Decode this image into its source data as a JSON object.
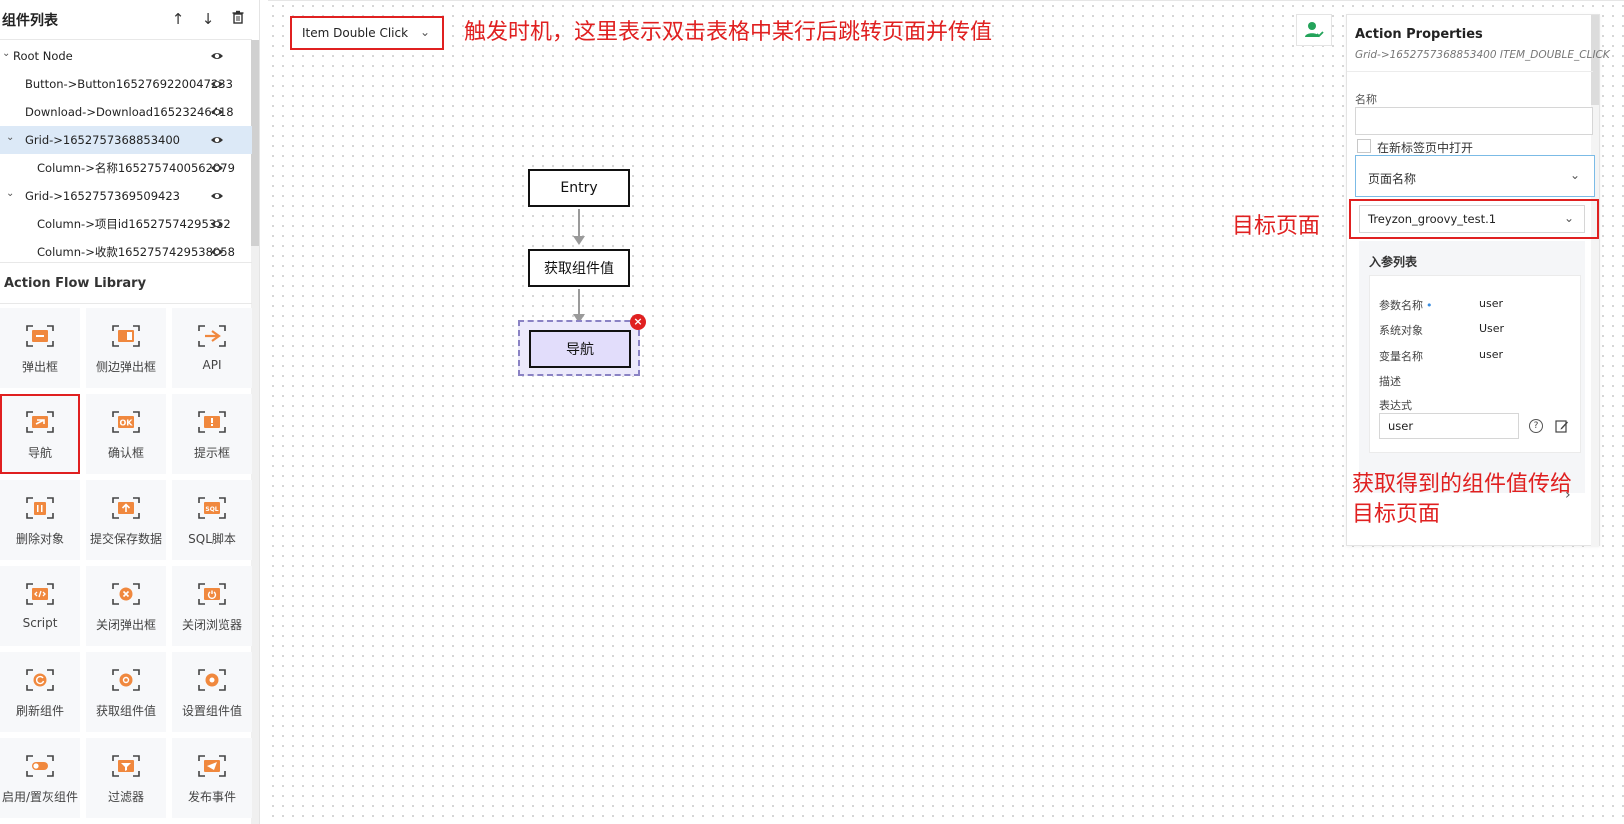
{
  "tree": {
    "title": "组件列表",
    "tools": [
      "↑",
      "↓",
      "🗑"
    ],
    "nodes": [
      {
        "label": "Root Node",
        "chev": "⌄"
      },
      {
        "label": "Button->Button1652769220047233",
        "chev": ""
      },
      {
        "label": "Download->Download16523246418",
        "chev": ""
      },
      {
        "label": "Grid->1652757368853400",
        "chev": "⌄"
      },
      {
        "label": "Column->名称1652757400562879",
        "chev": ""
      },
      {
        "label": "Grid->1652757369509423",
        "chev": "⌄"
      },
      {
        "label": "Column->项目id16527574295352",
        "chev": ""
      },
      {
        "label": "Column->收款1652757429538958",
        "chev": ""
      }
    ]
  },
  "library": {
    "title": "Action Flow Library",
    "items": [
      {
        "label": "弹出框",
        "icon": "popup-icon"
      },
      {
        "label": "侧边弹出框",
        "icon": "side-popup-icon"
      },
      {
        "label": "API",
        "icon": "api-icon"
      },
      {
        "label": "导航",
        "icon": "navigation-icon"
      },
      {
        "label": "确认框",
        "icon": "confirm-icon"
      },
      {
        "label": "提示框",
        "icon": "alert-icon"
      },
      {
        "label": "删除对象",
        "icon": "delete-icon"
      },
      {
        "label": "提交保存数据",
        "icon": "submit-icon"
      },
      {
        "label": "SQL脚本",
        "icon": "sql-icon"
      },
      {
        "label": "Script",
        "icon": "script-icon"
      },
      {
        "label": "关闭弹出框",
        "icon": "close-popup-icon"
      },
      {
        "label": "关闭浏览器",
        "icon": "close-browser-icon"
      },
      {
        "label": "刷新组件",
        "icon": "refresh-icon"
      },
      {
        "label": "获取组件值",
        "icon": "get-value-icon"
      },
      {
        "label": "设置组件值",
        "icon": "set-value-icon"
      },
      {
        "label": "启用/置灰组件",
        "icon": "toggle-icon"
      },
      {
        "label": "过滤器",
        "icon": "filter-icon"
      },
      {
        "label": "发布事件",
        "icon": "publish-icon"
      }
    ]
  },
  "canvas": {
    "trigger": {
      "value": "Item Double Click",
      "chev": "⌄"
    },
    "annotations": {
      "trigger_note": "触发时机，这里表示双击表格中某行后跳转页面并传值",
      "target_note": "目标页面",
      "params_note_line1": "获取得到的组件值传给",
      "params_note_line2": "目标页面"
    },
    "nodes": {
      "entry": "Entry",
      "get_value": "获取组件值",
      "navigate": "导航",
      "close": "×"
    }
  },
  "properties": {
    "title": "Action Properties",
    "subtitle": "Grid->1652757368853400 ITEM_DOUBLE_CLICK",
    "name_label": "名称",
    "name_value": "",
    "open_new_tab_label": "在新标签页中打开",
    "page_select_label": "页面名称",
    "target_page": "Treyzon_groovy_test.1",
    "chev": "⌄",
    "params_title": "入参列表",
    "param_rows": [
      {
        "label": "参数名称",
        "value": "user",
        "required": "•"
      },
      {
        "label": "系统对象",
        "value": "User"
      },
      {
        "label": "变量名称",
        "value": "user"
      },
      {
        "label": "描述",
        "value": ""
      },
      {
        "label": "表达式",
        "value": ""
      }
    ],
    "expression_value": "user",
    "help_glyph": "?",
    "footer_chev": "›"
  },
  "colors": {
    "highlight_red": "#e02020",
    "icon_orange": "#f0883e",
    "selection_blue": "#dce9f7",
    "nav_node_purple": "#e2ddfb"
  }
}
